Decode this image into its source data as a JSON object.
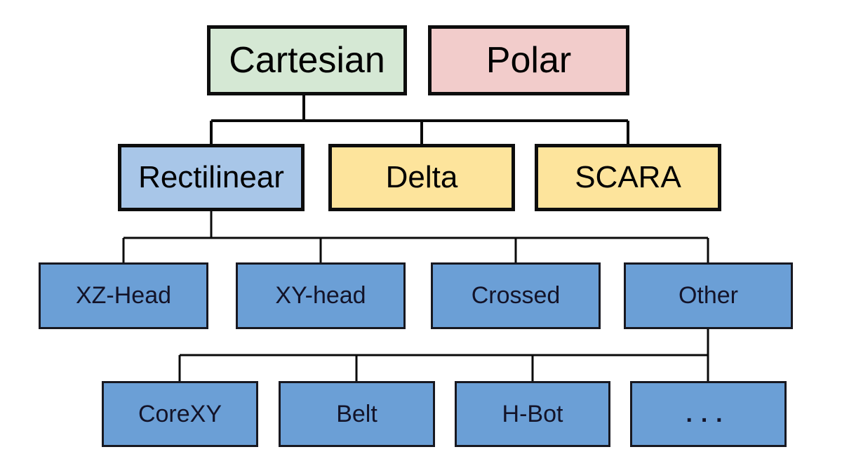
{
  "diagram": {
    "description": "Tree diagram of 3D printer motion-system types",
    "nodes": {
      "cartesian": {
        "label": "Cartesian",
        "fill": "#d5e8d4",
        "level": 1
      },
      "polar": {
        "label": "Polar",
        "fill": "#f2cccb",
        "level": 1
      },
      "rectilinear": {
        "label": "Rectilinear",
        "fill": "#a8c6e8",
        "level": 2
      },
      "delta": {
        "label": "Delta",
        "fill": "#fde49c",
        "level": 2
      },
      "scara": {
        "label": "SCARA",
        "fill": "#fde49c",
        "level": 2
      },
      "xz_head": {
        "label": "XZ-Head",
        "fill": "#6b9fd6",
        "level": 3
      },
      "xy_head": {
        "label": "XY-head",
        "fill": "#6b9fd6",
        "level": 3
      },
      "crossed": {
        "label": "Crossed",
        "fill": "#6b9fd6",
        "level": 3
      },
      "other": {
        "label": "Other",
        "fill": "#6b9fd6",
        "level": 3
      },
      "corexy": {
        "label": "CoreXY",
        "fill": "#6b9fd6",
        "level": 4
      },
      "belt": {
        "label": "Belt",
        "fill": "#6b9fd6",
        "level": 4
      },
      "h_bot": {
        "label": "H-Bot",
        "fill": "#6b9fd6",
        "level": 4
      },
      "more": {
        "label": "...",
        "fill": "#6b9fd6",
        "level": 4
      }
    },
    "edges": [
      {
        "from": "Cartesian",
        "to": "Rectilinear"
      },
      {
        "from": "Cartesian",
        "to": "Delta"
      },
      {
        "from": "Cartesian",
        "to": "SCARA"
      },
      {
        "from": "Rectilinear",
        "to": "XZ-Head"
      },
      {
        "from": "Rectilinear",
        "to": "XY-head"
      },
      {
        "from": "Rectilinear",
        "to": "Crossed"
      },
      {
        "from": "Rectilinear",
        "to": "Other"
      },
      {
        "from": "Other",
        "to": "CoreXY"
      },
      {
        "from": "Other",
        "to": "Belt"
      },
      {
        "from": "Other",
        "to": "H-Bot"
      },
      {
        "from": "Other",
        "to": "..."
      }
    ],
    "colors": {
      "background": "#ffffff",
      "line": "#0a0a0a",
      "border": "#0d0d0d",
      "top_text": "#000000",
      "leaf_text": "#131328",
      "green": "#d5e8d4",
      "pink": "#f2cccb",
      "light_blue": "#a8c6e8",
      "yellow": "#fde49c",
      "leaf_blue": "#6b9fd6"
    }
  }
}
